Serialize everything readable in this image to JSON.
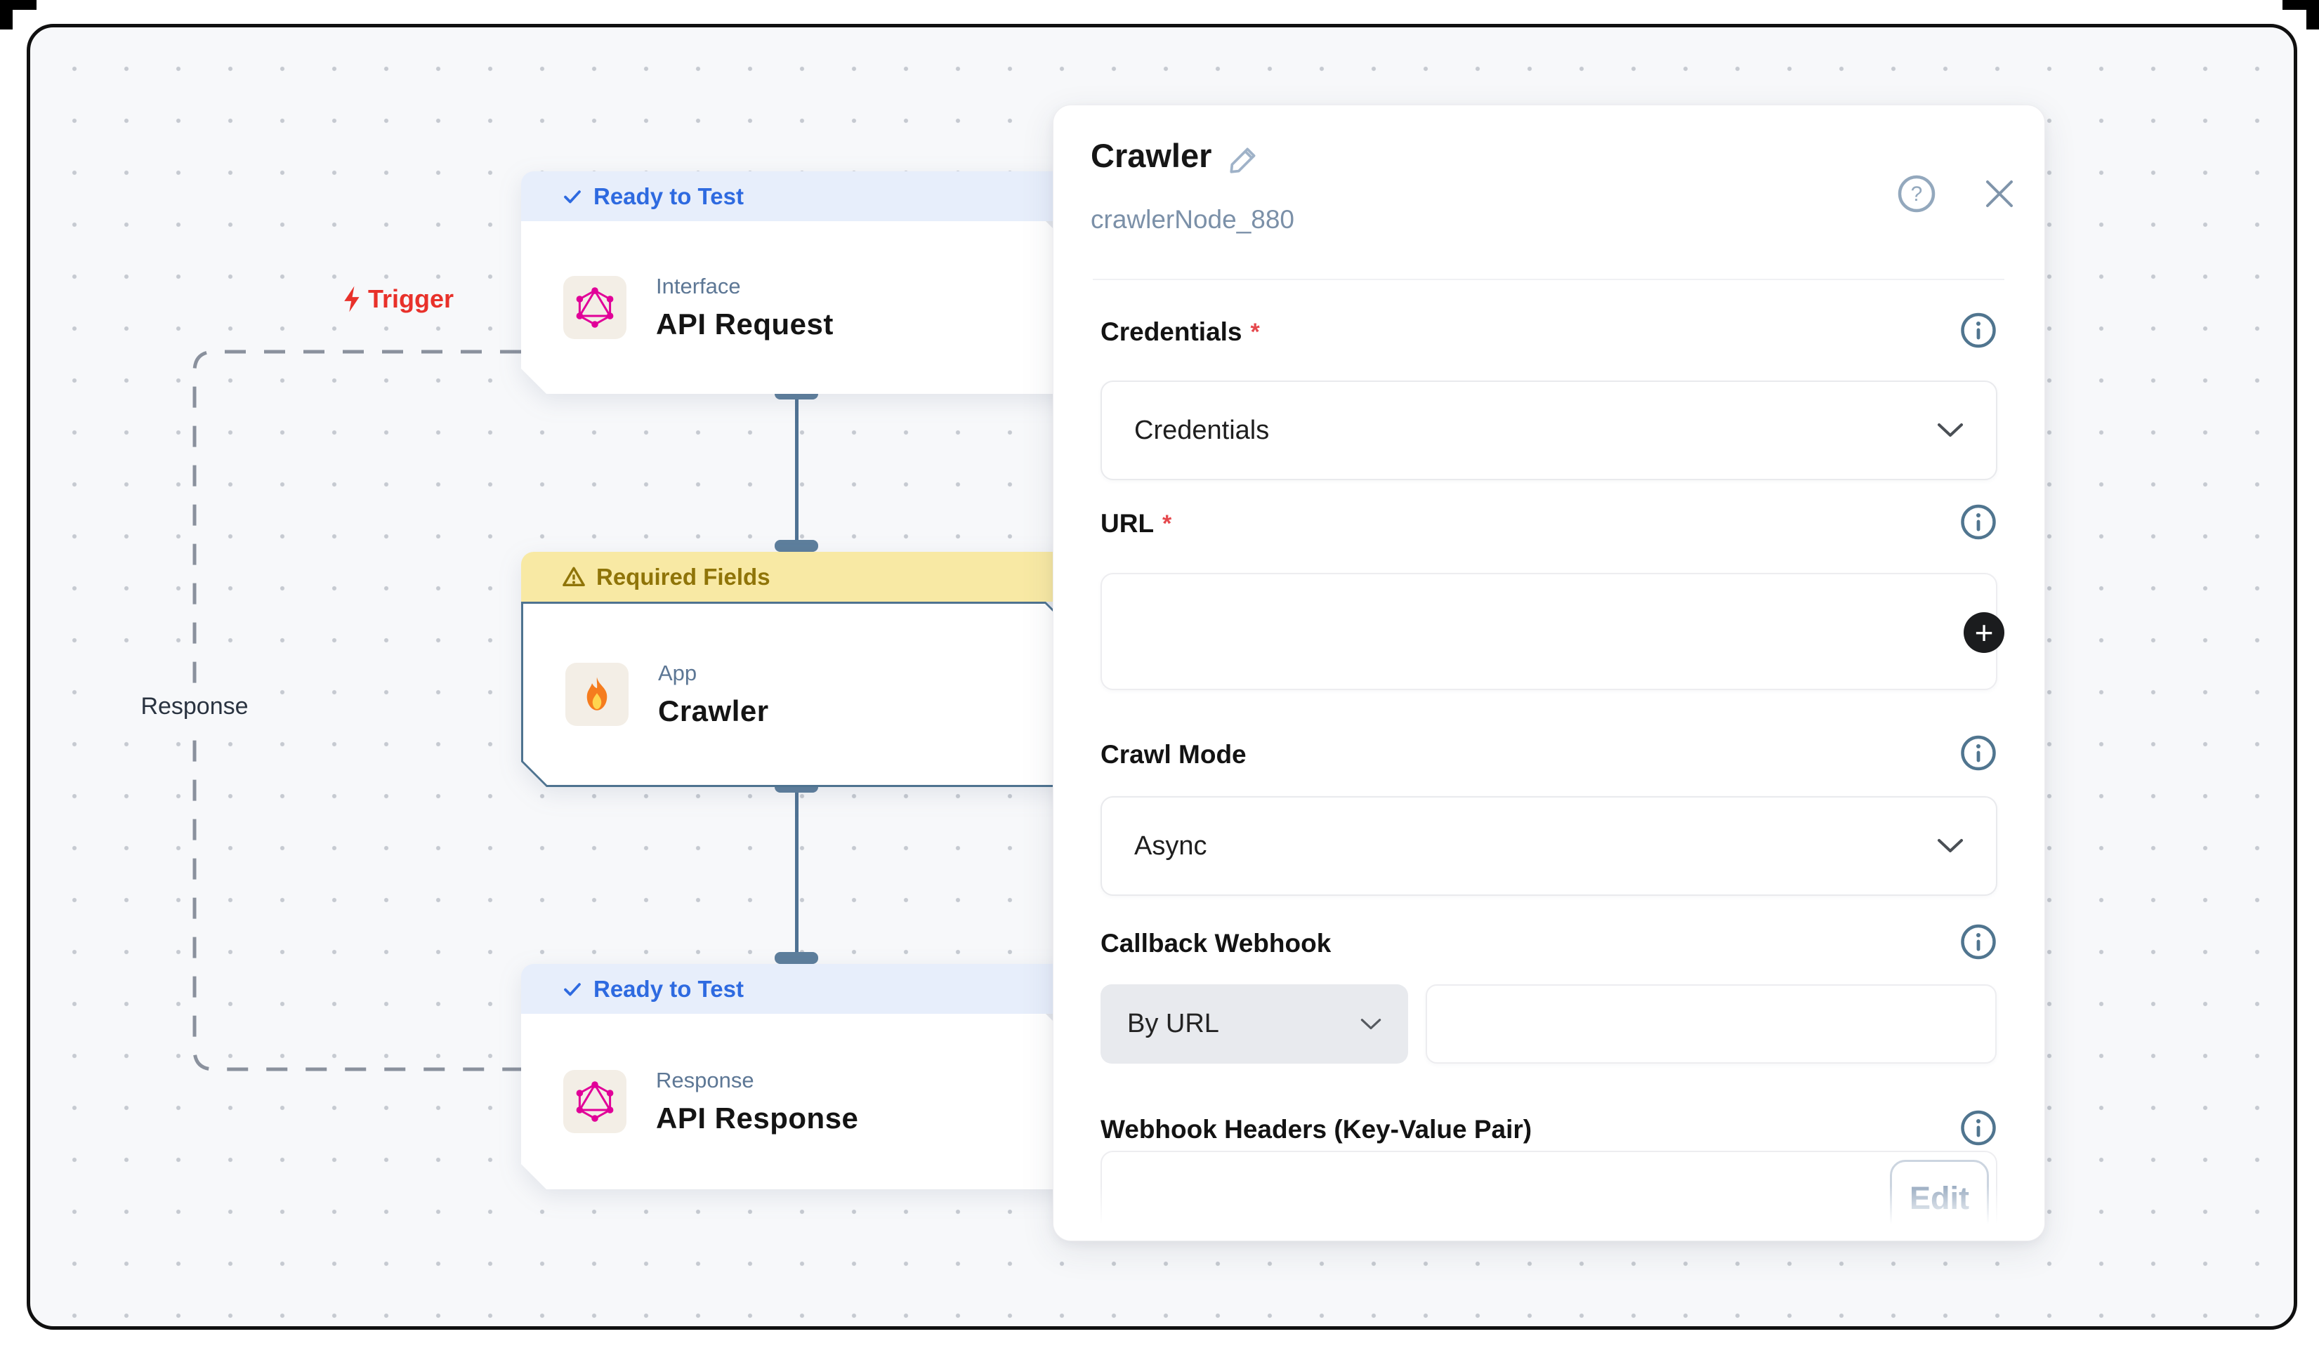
{
  "canvas": {
    "trigger_label": "Trigger",
    "response_label": "Response",
    "nodes": [
      {
        "badge": "Ready to Test",
        "badge_type": "ready",
        "category": "Interface",
        "title": "API Request",
        "icon": "graphql-icon"
      },
      {
        "badge": "Required Fields",
        "badge_type": "warning",
        "category": "App",
        "title": "Crawler",
        "icon": "fire-icon",
        "selected": true
      },
      {
        "badge": "Ready to Test",
        "badge_type": "ready",
        "category": "Response",
        "title": "API Response",
        "icon": "graphql-icon"
      }
    ]
  },
  "panel": {
    "title": "Crawler",
    "subtitle": "crawlerNode_880",
    "required_marker": "*",
    "help_glyph": "?",
    "add_glyph": "+",
    "fields": {
      "credentials": {
        "label": "Credentials",
        "required": true,
        "type": "select",
        "value": "Credentials"
      },
      "url": {
        "label": "URL",
        "required": true,
        "type": "textarea",
        "value": ""
      },
      "crawl_mode": {
        "label": "Crawl Mode",
        "required": false,
        "type": "select",
        "value": "Async"
      },
      "callback": {
        "label": "Callback Webhook",
        "required": false,
        "type": "select-input",
        "select_value": "By URL",
        "input_value": ""
      },
      "headers": {
        "label": "Webhook Headers (Key-Value Pair)",
        "required": false,
        "type": "editor",
        "button_label": "Edit"
      }
    }
  },
  "colors": {
    "canvas_bg": "#f7f8fa",
    "badge_ready_bg": "#e7eefb",
    "badge_ready_text": "#2e6ae0",
    "badge_warning_bg": "#f8e9a4",
    "badge_warning_text": "#8f7408",
    "selected_node_border": "#4e7390",
    "connector": "#4f7293",
    "trigger_red": "#e8312a",
    "required_red": "#e5484d",
    "graphql_pink": "#e10098",
    "slate_icon": "#50758f",
    "add_button_bg": "#1b1c1e"
  }
}
